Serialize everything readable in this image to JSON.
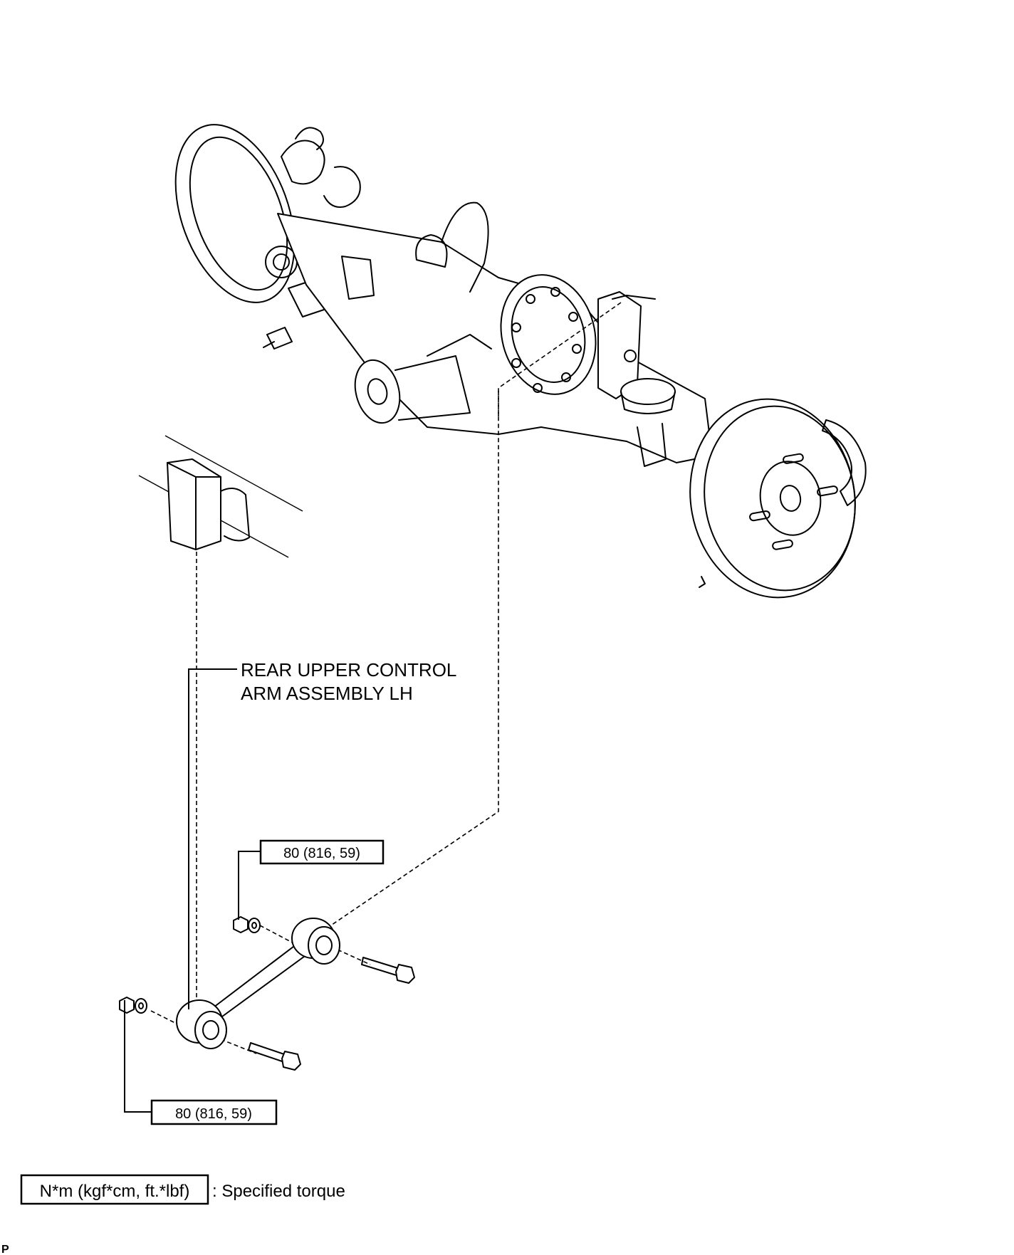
{
  "component_label": {
    "line1": "REAR UPPER CONTROL",
    "line2": "ARM ASSEMBLY LH"
  },
  "torque_callouts": [
    {
      "value": "80 (816, 59)"
    },
    {
      "value": "80 (816, 59)"
    }
  ],
  "legend": {
    "unit_box": "N*m (kgf*cm, ft.*lbf)",
    "description": ": Specified torque"
  },
  "corner_mark": "P"
}
